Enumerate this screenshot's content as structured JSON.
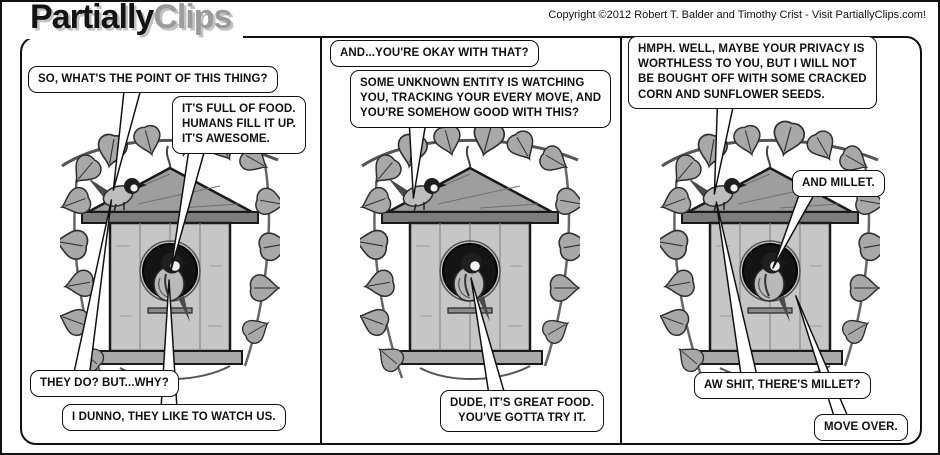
{
  "header": {
    "logo": {
      "part1": "Partially",
      "part2": "Clips"
    },
    "copyright": "Copyright ©2012 Robert T. Balder and Timothy Crist - Visit PartiallyClips.com!"
  },
  "panels": [
    {
      "bubbles": [
        {
          "text": "SO, WHAT'S THE POINT OF THIS THING?"
        },
        {
          "text": "IT'S FULL OF FOOD.\nHUMANS FILL IT UP.\nIT'S AWESOME."
        },
        {
          "text": "THEY DO?  BUT...WHY?"
        },
        {
          "text": "I DUNNO, THEY LIKE TO WATCH US."
        }
      ]
    },
    {
      "bubbles": [
        {
          "text": "AND...YOU'RE OKAY WITH THAT?"
        },
        {
          "text": "SOME UNKNOWN ENTITY IS WATCHING\nYOU, TRACKING YOUR EVERY MOVE, AND\nYOU'RE SOMEHOW GOOD WITH THIS?"
        },
        {
          "text": "DUDE, IT'S GREAT FOOD.\nYOU'VE GOTTA TRY IT."
        }
      ]
    },
    {
      "bubbles": [
        {
          "text": "HMPH.  WELL, MAYBE YOUR PRIVACY IS\nWORTHLESS TO YOU, BUT I WILL NOT\nBE BOUGHT OFF WITH SOME CRACKED\nCORN AND SUNFLOWER SEEDS."
        },
        {
          "text": "AND MILLET."
        },
        {
          "text": "AW SHIT, THERE'S MILLET?"
        },
        {
          "text": "MOVE OVER."
        }
      ]
    }
  ]
}
